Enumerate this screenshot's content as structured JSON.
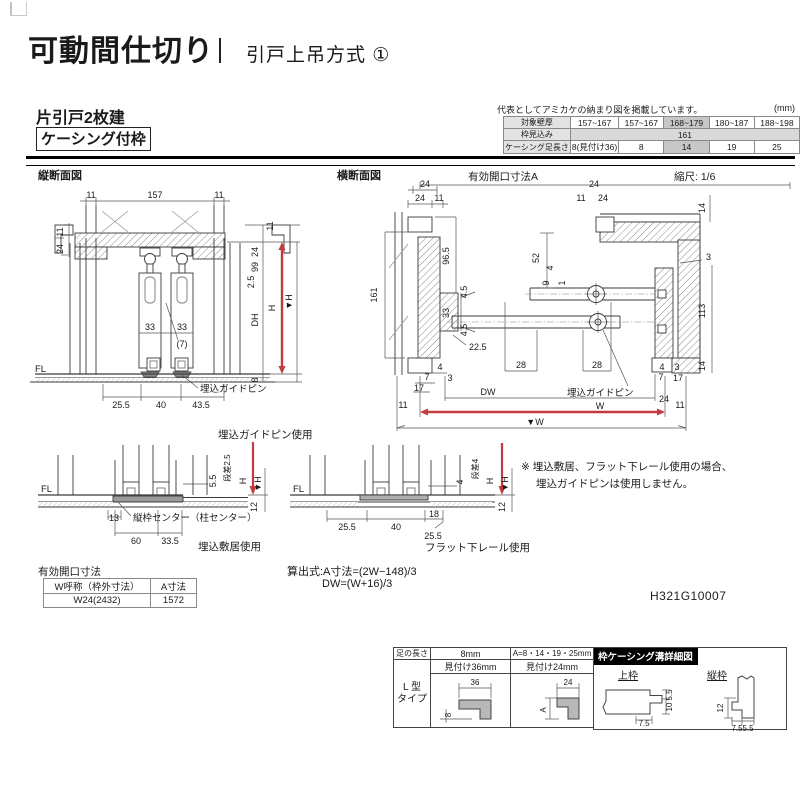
{
  "header": {
    "title": "可動間仕切り",
    "subtitle": "引戸上吊方式 ①"
  },
  "product": {
    "name": "片引戸2枚建",
    "frame": "ケーシング付枠"
  },
  "spec_table": {
    "note": "代表としてアミカケの納まり図を掲載しています。",
    "unit": "(mm)",
    "row1_label": "対象壁厚",
    "row1": [
      "157~167",
      "157~167",
      "168~179",
      "180~187",
      "188~198"
    ],
    "row2_label": "枠見込み",
    "row2_value": "161",
    "row3_label": "ケーシング足長さ",
    "row3": [
      "8(見付け36)",
      "8",
      "14",
      "19",
      "25"
    ]
  },
  "sections": {
    "vertical": "縦断面図",
    "horizontal": "横断面図",
    "opening_a": "有効開口寸法A",
    "scale": "縮尺: 1/6"
  },
  "vsec": {
    "fl": "FL",
    "top": [
      "11",
      "157",
      "11"
    ],
    "left": [
      "11",
      "24"
    ],
    "right": [
      "11",
      "24",
      "99",
      "2.5",
      "DH",
      "H",
      "▼H",
      "8"
    ],
    "mid": [
      "33",
      "33",
      "(7)"
    ],
    "bottom": [
      "25.5",
      "40",
      "43.5"
    ],
    "pin": "埋込ガイドピン"
  },
  "hsec": {
    "left161": "161",
    "ltop": [
      "24",
      "24",
      "11"
    ],
    "frame": [
      "96.5",
      "4.5",
      "33",
      "4.5",
      "22.5"
    ],
    "center": [
      "52",
      "4",
      "9",
      "1"
    ],
    "rtop": [
      "24",
      "11",
      "24"
    ],
    "r14top": "14",
    "right": [
      "3",
      "113",
      "14"
    ],
    "lbot": [
      "4",
      "7",
      "3",
      "17"
    ],
    "d28a": "28",
    "d28b": "28",
    "dw": "DW",
    "rbot": [
      "4",
      "3",
      "7",
      "17",
      "24"
    ],
    "l11": "11",
    "r11": "11",
    "w": "W",
    "wv": "▼W",
    "pin": "埋込ガイドピン"
  },
  "floor1": {
    "use_label": "埋込ガイドピン使用",
    "fl": "FL",
    "step": "段差2.5",
    "d55": "5.5",
    "h": "H",
    "hv": "▼H",
    "d12": "12",
    "d13": "13",
    "center": "縦枠センター（柱センター）",
    "d60": "60",
    "d335": "33.5",
    "caption": "埋込敷居使用"
  },
  "floor2": {
    "fl": "FL",
    "step": "段差4",
    "d4": "4",
    "h": "H",
    "hv": "▼H",
    "d12": "12",
    "d255a": "25.5",
    "d40": "40",
    "d18": "18",
    "d255b": "25.5",
    "caption": "フラット下レール使用"
  },
  "note": {
    "line1": "※ 埋込敷居、フラット下レール使用の場合、",
    "line2": "埋込ガイドピンは使用しません。"
  },
  "opening_table": {
    "title": "有効開口寸法",
    "col1": "W呼称（枠外寸法）",
    "col2": "A寸法",
    "val1": "W24(2432)",
    "val2": "1572"
  },
  "formula": {
    "line1": "算出式:A寸法=(2W−148)/3",
    "line2": "DW=(W+16)/3"
  },
  "doc_code": "H321G10007",
  "leg_table": {
    "h_leg": "足の長さ",
    "h_8mm": "8mm",
    "h_a": "A=8・14・19・25mm",
    "sub_36": "見付け36mm",
    "sub_24": "見付け24mm",
    "row_label_1": "L 型",
    "row_label_2": "タイプ",
    "d36": "36",
    "d8": "8",
    "d24": "24",
    "dA": "A"
  },
  "casing_detail": {
    "title": "枠ケーシング溝詳細図",
    "upper": "上枠",
    "vertical": "縦枠",
    "u_55": "5.5",
    "u_75": "7.5",
    "u_10": "10",
    "v_12": "12",
    "v_75": "7.5",
    "v_55": "5.5"
  },
  "colors": {
    "accent_red": "#c23b3f",
    "shade": "#c7c7c7"
  }
}
